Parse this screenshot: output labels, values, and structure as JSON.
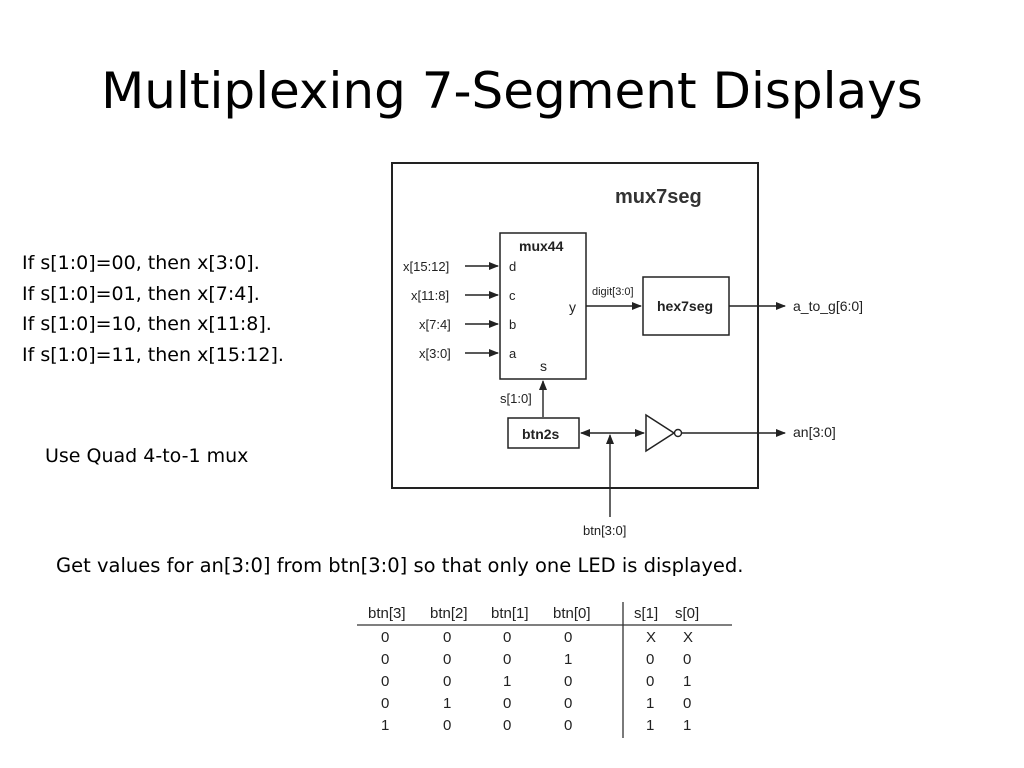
{
  "slide": {
    "title": "Multiplexing 7-Segment Displays",
    "rules": [
      "If s[1:0]=00, then x[3:0].",
      "If s[1:0]=01, then x[7:4].",
      "If s[1:0]=10, then x[11:8].",
      "If s[1:0]=11, then x[15:12]."
    ],
    "note": "Use Quad 4-to-1 mux",
    "instruction": "Get values for an[3:0] from btn[3:0] so that only one LED is displayed."
  },
  "diagram": {
    "outer_label": "mux7seg",
    "mux": {
      "name": "mux44",
      "inputs": [
        "x[15:12]",
        "x[11:8]",
        "x[7:4]",
        "x[3:0]"
      ],
      "ports": [
        "d",
        "c",
        "b",
        "a"
      ],
      "out_port": "y",
      "select_port": "s"
    },
    "digit_label": "digit[3:0]",
    "hex_block": "hex7seg",
    "hex_output": "a_to_g[6:0]",
    "select_label": "s[1:0]",
    "btn_block": "btn2s",
    "an_output": "an[3:0]",
    "btn_input": "btn[3:0]"
  },
  "truth_table": {
    "headers": [
      "btn[3]",
      "btn[2]",
      "btn[1]",
      "btn[0]",
      "s[1]",
      "s[0]"
    ],
    "rows": [
      [
        "0",
        "0",
        "0",
        "0",
        "X",
        "X"
      ],
      [
        "0",
        "0",
        "0",
        "1",
        "0",
        "0"
      ],
      [
        "0",
        "0",
        "1",
        "0",
        "0",
        "1"
      ],
      [
        "0",
        "1",
        "0",
        "0",
        "1",
        "0"
      ],
      [
        "1",
        "0",
        "0",
        "0",
        "1",
        "1"
      ]
    ]
  }
}
